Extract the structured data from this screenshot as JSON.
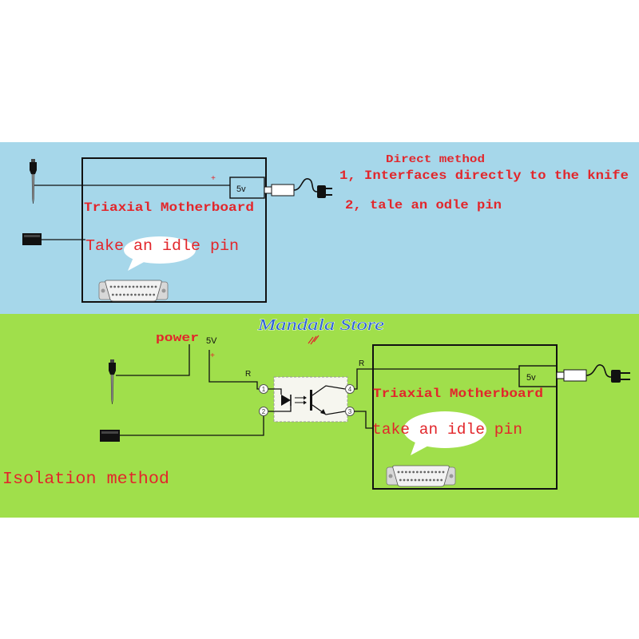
{
  "watermark": "Mandala Store",
  "direct": {
    "title": "Direct method",
    "step_1": "1, Interfaces directly to the knife",
    "step_2": "2, tale an odle pin",
    "board_label": "Triaxial Motherboard",
    "idle_pin_label": "Take an idle pin",
    "supply_label": "5v",
    "polarity": "+"
  },
  "isolation": {
    "title": "Isolation method",
    "power_label": "power",
    "supply_voltage": "5V",
    "polarity": "+",
    "resistor_in": "R",
    "resistor_out": "R",
    "pins": {
      "p1": "1",
      "p2": "2",
      "p3": "3",
      "p4": "4"
    },
    "board_label": "Triaxial Motherboard",
    "idle_pin_label": "take an idle pin",
    "supply_label": "5v"
  },
  "icons": {
    "knife": "knife-probe-icon",
    "idle_probe": "idle-pin-probe-icon",
    "plug": "power-plug-icon",
    "connector": "db25-connector-icon",
    "optocoupler": "optocoupler-icon",
    "bubble": "speech-bubble"
  },
  "colors": {
    "band_top": "#a6d7ea",
    "band_bottom": "#a0df4b",
    "label_red": "#e2262b",
    "watermark_blue": "#2e63d3",
    "wire": "#111111"
  }
}
